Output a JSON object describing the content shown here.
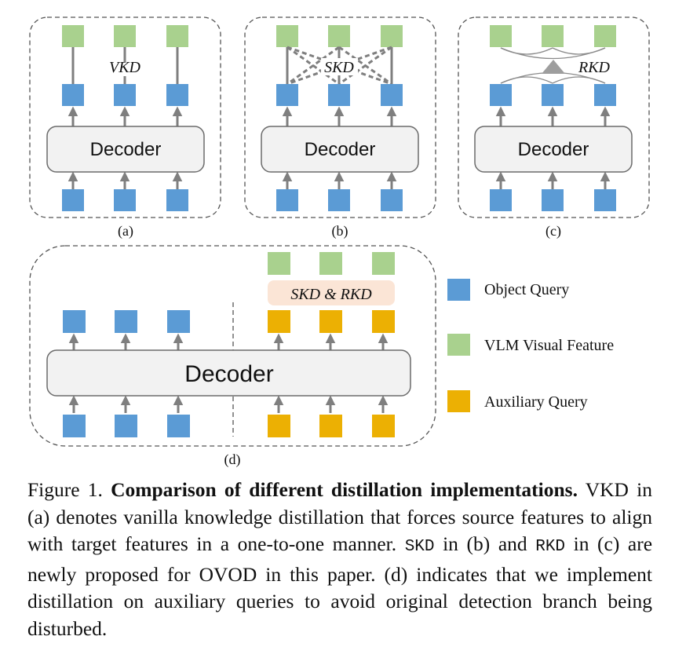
{
  "colors": {
    "object_query": "#5b9bd5",
    "vlm_feature": "#a9d18e",
    "auxiliary_query": "#ecb003",
    "decoder_fill": "#f2f2f2",
    "distill_fill": "#fbe5d6"
  },
  "panels": {
    "a": {
      "label": "(a)",
      "decoder": "Decoder",
      "method": "VKD"
    },
    "b": {
      "label": "(b)",
      "decoder": "Decoder",
      "method": "SKD"
    },
    "c": {
      "label": "(c)",
      "decoder": "Decoder",
      "method": "RKD"
    },
    "d": {
      "label": "(d)",
      "decoder": "Decoder",
      "method": "SKD & RKD"
    }
  },
  "legend": {
    "object_query": "Object Query",
    "vlm_feature": "VLM Visual Feature",
    "auxiliary_query": "Auxiliary Query"
  },
  "caption": {
    "prefix": "Figure 1.",
    "title": "Comparison of different distillation implementations.",
    "t1": "VKD in (a) denotes vanilla knowledge distillation that forces source features to align with target features in a one-to-one manner.",
    "skd": "SKD",
    "t2": "in (b) and",
    "rkd": "RKD",
    "t3": "in (c) are newly proposed for OVOD in this paper. (d) indicates that we implement distillation on auxiliary queries to avoid original detection branch being disturbed."
  }
}
